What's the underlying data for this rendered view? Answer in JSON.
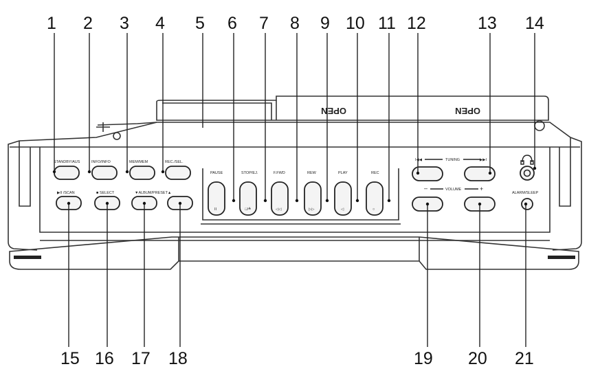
{
  "callouts": {
    "top": [
      "1",
      "2",
      "3",
      "4",
      "5",
      "6",
      "7",
      "8",
      "9",
      "10",
      "11",
      "12",
      "13",
      "14"
    ],
    "bottom": [
      "15",
      "16",
      "17",
      "18",
      "19",
      "20",
      "21"
    ]
  },
  "buttons": {
    "row1": [
      "STANDBY/AUS",
      "INFO/INFO",
      "MEM/MEM",
      "REC./SEL."
    ],
    "row2": [
      "▶II /SCAN",
      "■ SELECT",
      "▼ALBUM/PRESET▲"
    ],
    "deck_top": [
      "PAUSE",
      "STOP/EJ.",
      "F.FWD",
      "REW",
      "PLAY",
      "REC"
    ],
    "deck_icons": [
      "II",
      "□/≙",
      "◁◁",
      "▷▷",
      "◁",
      "○"
    ],
    "tuning": "TUNING",
    "tuning_left": "I◀◀",
    "tuning_right": "▶▶I",
    "volume": "VOLUME",
    "volume_minus": "–",
    "volume_plus": "+",
    "alarm": "ALARM/SLEEP",
    "open_left": "OPEN",
    "open_right": "OPEN"
  }
}
